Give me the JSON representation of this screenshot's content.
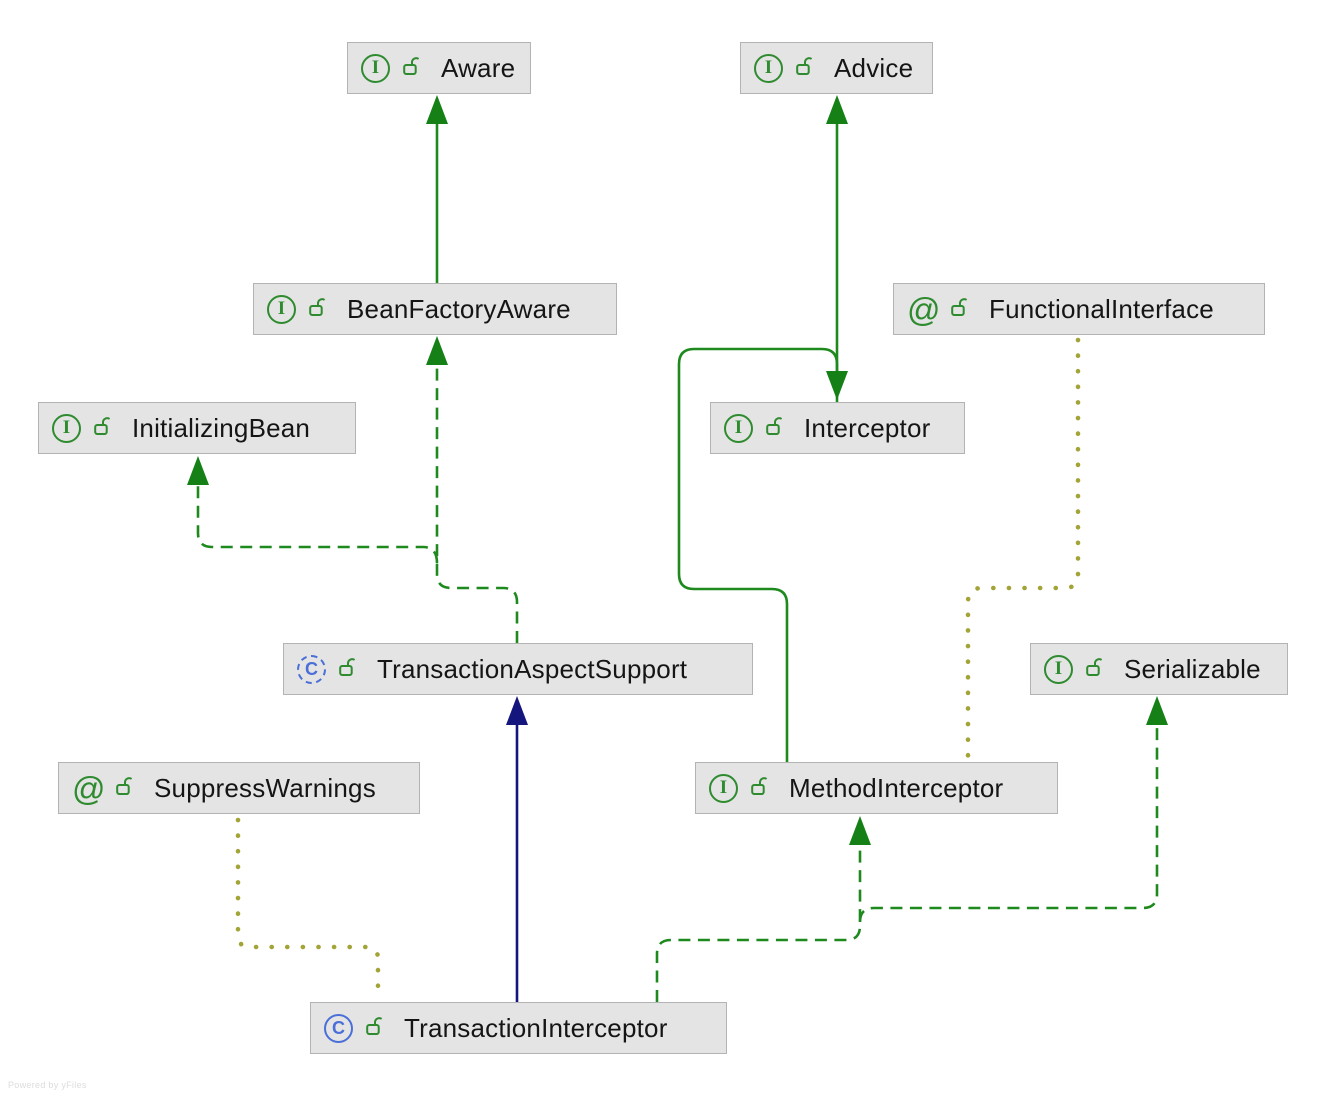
{
  "diagram": {
    "type": "uml-class-hierarchy",
    "watermark": "Powered by yFiles"
  },
  "colors": {
    "inheritance_green": "#1e8a1e",
    "arrow_green": "#158015",
    "extends_class_navy": "#15157e",
    "annotation_dotted_olive": "#a2a437",
    "node_background": "#e4e4e4",
    "node_border": "#b3b3b3",
    "interface_icon_green": "#2f8b2f",
    "class_icon_blue": "#4a6fd8"
  },
  "nodes": [
    {
      "id": "aware",
      "label": "Aware",
      "kind": "interface",
      "icon_letter": "I",
      "visibility_icon": "open-lock"
    },
    {
      "id": "advice",
      "label": "Advice",
      "kind": "interface",
      "icon_letter": "I",
      "visibility_icon": "open-lock"
    },
    {
      "id": "bean-factory-aware",
      "label": "BeanFactoryAware",
      "kind": "interface",
      "icon_letter": "I",
      "visibility_icon": "open-lock"
    },
    {
      "id": "functional-interface",
      "label": "FunctionalInterface",
      "kind": "annotation",
      "icon_letter": "@",
      "visibility_icon": "open-lock"
    },
    {
      "id": "initializing-bean",
      "label": "InitializingBean",
      "kind": "interface",
      "icon_letter": "I",
      "visibility_icon": "open-lock"
    },
    {
      "id": "interceptor",
      "label": "Interceptor",
      "kind": "interface",
      "icon_letter": "I",
      "visibility_icon": "open-lock"
    },
    {
      "id": "transaction-aspect-support",
      "label": "TransactionAspectSupport",
      "kind": "abstract-class",
      "icon_letter": "C",
      "visibility_icon": "open-lock"
    },
    {
      "id": "serializable",
      "label": "Serializable",
      "kind": "interface",
      "icon_letter": "I",
      "visibility_icon": "open-lock"
    },
    {
      "id": "suppress-warnings",
      "label": "SuppressWarnings",
      "kind": "annotation",
      "icon_letter": "@",
      "visibility_icon": "open-lock"
    },
    {
      "id": "method-interceptor",
      "label": "MethodInterceptor",
      "kind": "interface",
      "icon_letter": "I",
      "visibility_icon": "open-lock"
    },
    {
      "id": "transaction-interceptor",
      "label": "TransactionInterceptor",
      "kind": "class",
      "icon_letter": "C",
      "visibility_icon": "open-lock"
    }
  ],
  "edges": [
    {
      "from": "BeanFactoryAware",
      "to": "Aware",
      "relation": "extends",
      "style": "solid-green"
    },
    {
      "from": "Interceptor",
      "to": "Advice",
      "relation": "extends",
      "style": "solid-green"
    },
    {
      "from": "MethodInterceptor",
      "to": "Interceptor",
      "relation": "extends",
      "style": "solid-green"
    },
    {
      "from": "TransactionAspectSupport",
      "to": "BeanFactoryAware",
      "relation": "implements",
      "style": "dashed-green"
    },
    {
      "from": "TransactionAspectSupport",
      "to": "InitializingBean",
      "relation": "implements",
      "style": "dashed-green"
    },
    {
      "from": "TransactionInterceptor",
      "to": "TransactionAspectSupport",
      "relation": "extends",
      "style": "solid-navy"
    },
    {
      "from": "TransactionInterceptor",
      "to": "MethodInterceptor",
      "relation": "implements",
      "style": "dashed-green"
    },
    {
      "from": "TransactionInterceptor",
      "to": "Serializable",
      "relation": "implements",
      "style": "dashed-green"
    },
    {
      "from": "SuppressWarnings",
      "to": "TransactionInterceptor",
      "relation": "annotates",
      "style": "dotted-olive"
    },
    {
      "from": "FunctionalInterface",
      "to": "MethodInterceptor",
      "relation": "annotates",
      "style": "dotted-olive"
    }
  ]
}
